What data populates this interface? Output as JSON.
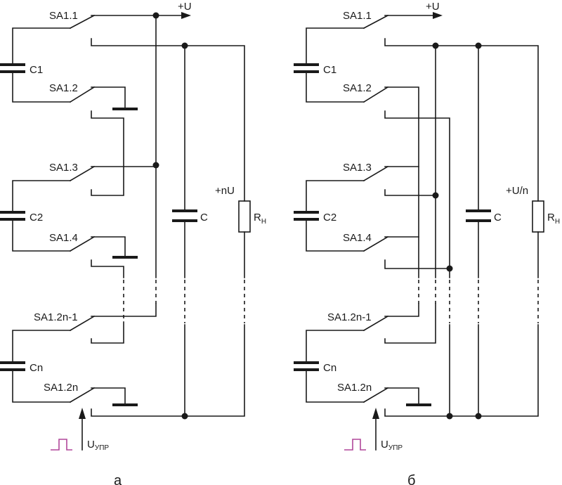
{
  "circuits": [
    {
      "caption": "а",
      "supply_label": "+U",
      "output_label": "+nU",
      "control_label": "U",
      "control_sub": "УПР",
      "capacitors": [
        "C1",
        "C2",
        "Cn"
      ],
      "switches": [
        "SA1.1",
        "SA1.2",
        "SA1.3",
        "SA1.4",
        "SA1.2n-1",
        "SA1.2n"
      ],
      "output_cap": "C",
      "load": "R",
      "load_sub": "Н"
    },
    {
      "caption": "б",
      "supply_label": "+U",
      "output_label": "+U/n",
      "control_label": "U",
      "control_sub": "УПР",
      "capacitors": [
        "C1",
        "C2",
        "Cn"
      ],
      "switches": [
        "SA1.1",
        "SA1.2",
        "SA1.3",
        "SA1.4",
        "SA1.2n-1",
        "SA1.2n"
      ],
      "output_cap": "C",
      "load": "R",
      "load_sub": "Н"
    }
  ]
}
